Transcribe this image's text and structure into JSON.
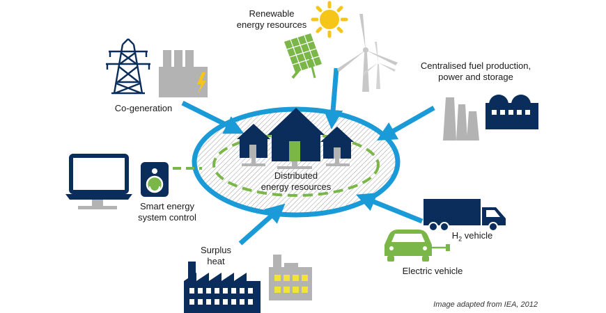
{
  "labels": {
    "renewable_line1": "Renewable",
    "renewable_line2": "energy resources",
    "cogeneration": "Co-generation",
    "centralised_line1": "Centralised fuel production,",
    "centralised_line2": "power and storage",
    "distributed_line1": "Distributed",
    "distributed_line2": "energy resources",
    "smart_line1": "Smart energy",
    "smart_line2": "system control",
    "surplus_line1": "Surplus",
    "surplus_line2": "heat",
    "h2_prefix": "H",
    "h2_sub": "2",
    "h2_suffix": " vehicle",
    "electric_vehicle": "Electric vehicle",
    "credit": "Image adapted from IEA, 2012"
  },
  "colors": {
    "navy": "#0b2d5b",
    "arrow_blue": "#1a9ad6",
    "green": "#7ab648",
    "gray": "#b3b3b3",
    "sun_yellow": "#f5c518",
    "window_yellow": "#f2e33a"
  }
}
